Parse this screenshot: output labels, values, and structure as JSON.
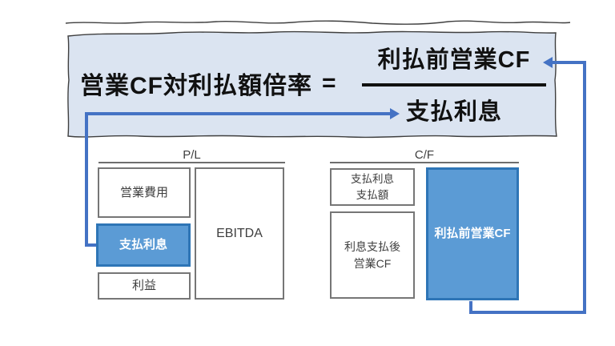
{
  "formula": {
    "title": "営業CF対利払額倍率",
    "equals": "=",
    "numerator": "利払前営業CF",
    "denominator": "支払利息"
  },
  "pl_section": {
    "label": "P/L",
    "operating_expenses": "営業費用",
    "interest_paid": "支払利息",
    "profit": "利益",
    "ebitda": "EBITDA"
  },
  "cf_section": {
    "label": "C/F",
    "interest_paid_amount_line1": "支払利息",
    "interest_paid_amount_line2": "支払額",
    "cf_after_interest_line1": "利息支払後",
    "cf_after_interest_line2": "営業CF",
    "cf_before_interest": "利払前営業CF"
  },
  "colors": {
    "banner_fill": "#dbe4f1",
    "banner_edge": "#3f3f3f",
    "highlight_fill": "#5b9bd5",
    "highlight_border": "#2e75b6",
    "arrow": "#4472c4",
    "box_border": "#767676",
    "text_dark": "#111111"
  }
}
